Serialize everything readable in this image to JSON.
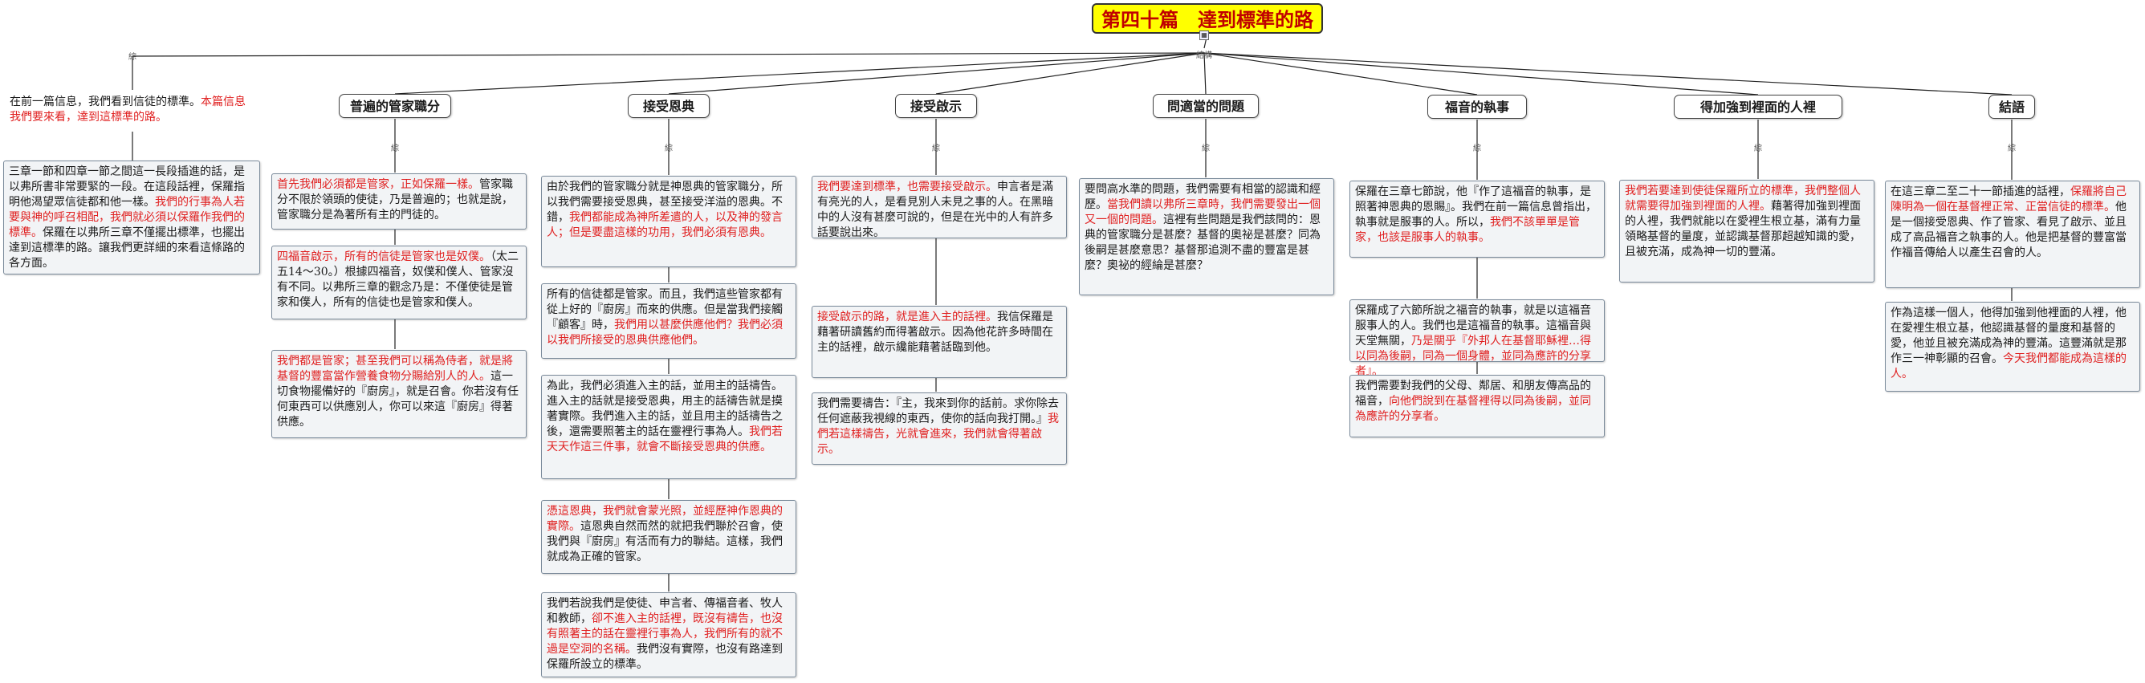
{
  "root": {
    "title": "第四十篇　達到標準的路"
  },
  "icon_labels": {
    "root": "結構",
    "branch": "綜"
  },
  "intro": {
    "text1_black": "在前一篇信息，我們看到信徒的標準。",
    "text1_red": "本篇信息我們要來看，達到這標準的路。",
    "text2_black": "三章一節和四章一節之間這一長段插進的話，是以弗所書非常要緊的一段。在這段話裡，保羅指明他渴望眾信徒都和他一樣。",
    "text2_red": "我們的行事為人若要與神的呼召相配，我們就必須以保羅作我們的標準。",
    "text2_black2": "保羅在以弗所三章不僅擺出標準，也擺出達到這標準的路。讓我們更詳細的來看這條路的各方面。"
  },
  "topics": [
    {
      "label": "普遍的管家職分"
    },
    {
      "label": "接受恩典"
    },
    {
      "label": "接受啟示"
    },
    {
      "label": "問適當的問題"
    },
    {
      "label": "福音的執事"
    },
    {
      "label": "得加強到裡面的人裡"
    },
    {
      "label": "結語"
    }
  ],
  "notes": {
    "t1n1_red": "首先我們必須都是管家，正如保羅一樣。",
    "t1n1_black": "管家職分不限於領頭的使徒，乃是普遍的；也就是說，管家職分是為著所有主的門徒的。",
    "t1n2_red": "四福音啟示，所有的信徒是管家也是奴僕。",
    "t1n2_black": "（太二五14～30。）根據四福音，奴僕和僕人、管家沒有不同。以弗所三章的觀念乃是：不僅使徒是管家和僕人，所有的信徒也是管家和僕人。",
    "t1n3_red": "我們都是管家；甚至我們可以稱為侍者，就是將基督的豐富當作營養食物分賜給別人的人。",
    "t1n3_black": "這一切食物擺備好的『廚房』，就是召會。你若沒有任何東西可以供應別人，你可以來這『廚房』得著供應。",
    "t2n1_black": "由於我們的管家職分就是神恩典的管家職分，所以我們需要接受恩典，甚至接受洋溢的恩典。不錯，",
    "t2n1_red": "我們都能成為神所差遣的人，以及神的發言人；但是要盡這樣的功用，我們必須有恩典。",
    "t2n2_black": "所有的信徒都是管家。而且，我們這些管家都有從上好的『廚房』而來的供應。但是當我們接觸『顧客』時，",
    "t2n2_red": "我們用以甚麼供應他們？我們必須以我們所接受的恩典供應他們。",
    "t2n3_black": "為此，我們必須進入主的話，並用主的話禱告。進入主的話就是接受恩典，用主的話禱告就是摸著實際。我們進入主的話，並且用主的話禱告之後，還需要照著主的話在靈裡行事為人。",
    "t2n3_red": "我們若天天作這三件事，就會不斷接受恩典的供應。",
    "t2n4_red": "憑這恩典，我們就會蒙光照，並經歷神作恩典的實際。",
    "t2n4_black": "這恩典自然而然的就把我們聯於召會，使我們與『廚房』有活而有力的聯結。這樣，我們就成為正確的管家。",
    "t2n5_black": "我們若說我們是使徒、申言者、傳福音者、牧人和教師，",
    "t2n5_red": "卻不進入主的話裡，既沒有禱告，也沒有照著主的話在靈裡行事為人，我們所有的就不過是空洞的名稱。",
    "t2n5_black2": "我們沒有實際，也沒有路達到保羅所設立的標準。",
    "t3n1_red": "我們要達到標準，也需要接受啟示。",
    "t3n1_black": "申言者是滿有亮光的人，是看見別人未見之事的人。在黑暗中的人沒有甚麼可說的，但是在光中的人有許多話要說出來。",
    "t3n2_red": "接受啟示的路，就是進入主的話裡。",
    "t3n2_black": "我信保羅是藉著研讀舊約而得著啟示。因為他花許多時間在主的話裡，啟示纔能藉著話臨到他。",
    "t3n3_black": "我們需要禱告：『主，我來到你的話前。求你除去任何遮蔽我視線的東西，使你的話向我打開。』",
    "t3n3_red": "我們若這樣禱告，光就會進來，我們就會得著啟示。",
    "t4n1_black": "要問高水準的問題，我們需要有相當的認識和經歷。",
    "t4n1_red": "當我們讀以弗所三章時，我們需要發出一個又一個的問題。",
    "t4n1_black2": "這裡有些問題是我們該問的：恩典的管家職分是甚麼？基督的奧祕是甚麼？同為後嗣是甚麼意思？基督那追測不盡的豐富是甚麼？奧祕的經綸是甚麼？",
    "t5n1_black": "保羅在三章七節說，他『作了這福音的執事，是照著神恩典的恩賜』。我們在前一篇信息曾指出，執事就是服事的人。所以，",
    "t5n1_red": "我們不該單單是管家，也該是服事人的執事。",
    "t5n2_black": "保羅成了六節所說之福音的執事，就是以這福音服事人的人。我們也是這福音的執事。這福音與天堂無關，",
    "t5n2_red": "乃是關乎『外邦人在基督耶穌裡…得以同為後嗣，同為一個身體，並同為應許的分享者』。",
    "t5n3_black": "我們需要對我們的父母、鄰居、和朋友傳高品的福音，",
    "t5n3_red": "向他們說到在基督裡得以同為後嗣，並同為應許的分享者。",
    "t6n1_red": "我們若要達到使徒保羅所立的標準，我們整個人就需要得加強到裡面的人裡。",
    "t6n1_black": "藉著得加強到裡面的人裡，我們就能以在愛裡生根立基，滿有力量領略基督的量度，並認識基督那超越知識的愛，且被充滿，成為神一切的豐滿。",
    "t7n1_black": "在這三章二至二十一節插進的話裡，",
    "t7n1_red": "保羅將自己陳明為一個在基督裡正常、正當信徒的標準。",
    "t7n1_black2": "他是一個接受恩典、作了管家、看見了啟示、並且成了高品福音之執事的人。他是把基督的豐富當作福音傳給人以產生召會的人。",
    "t7n2_black": "作為這樣一個人，他得加強到他裡面的人裡，他在愛裡生根立基，他認識基督的量度和基督的愛，他並且被充滿成為神的豐滿。這豐滿就是那作三一神彰顯的召會。",
    "t7n2_red": "今天我們都能成為這樣的人。"
  }
}
